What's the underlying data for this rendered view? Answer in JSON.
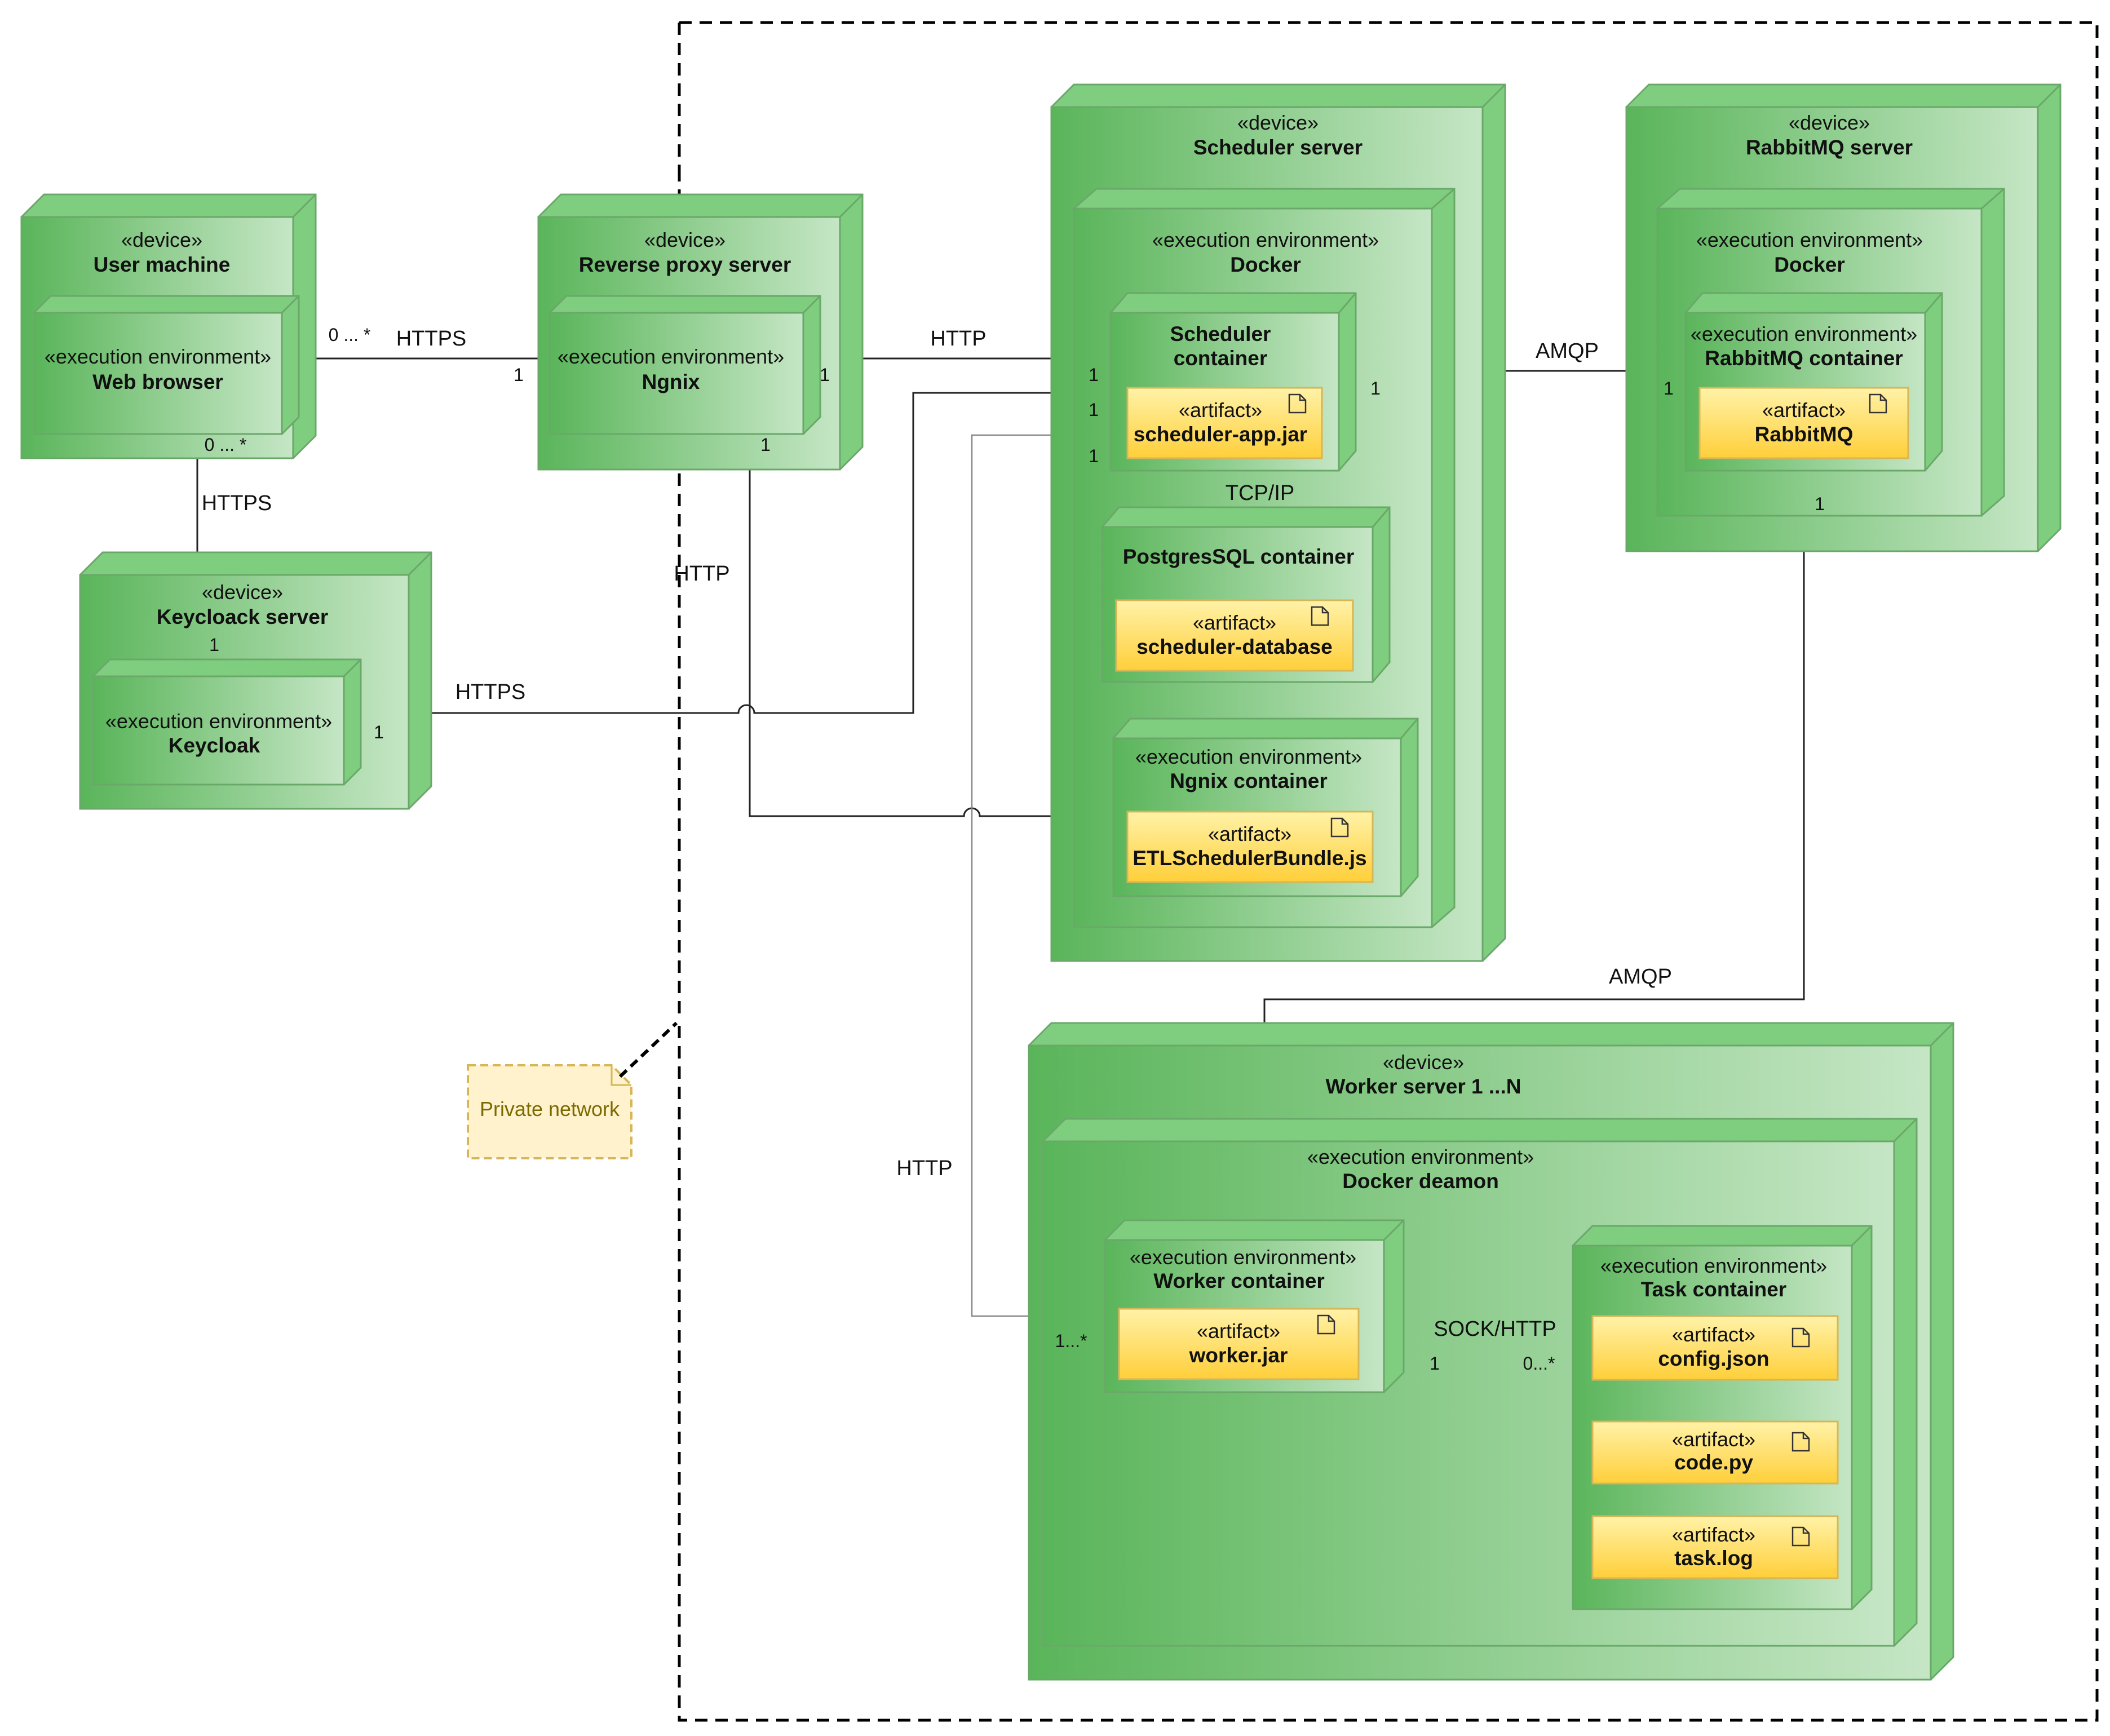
{
  "colors": {
    "node_light": "#c5e6c5",
    "node_mid": "#7fce7f",
    "node_dark": "#5ab55a",
    "node_stroke": "#6aa86a",
    "artifact_light": "#fff2a8",
    "artifact_dark": "#ffcf3a",
    "note_fill": "#fff2cc",
    "note_stroke": "#d6b656"
  },
  "user_machine": {
    "stereo": "«device»",
    "name": "User machine"
  },
  "web_browser": {
    "stereo": "«execution environment»",
    "name": "Web browser"
  },
  "keycloak_server": {
    "stereo": "«device»",
    "name": "Keycloack server"
  },
  "keycloak": {
    "stereo": "«execution environment»",
    "name": "Keycloak"
  },
  "proxy_server": {
    "stereo": "«device»",
    "name": "Reverse proxy server"
  },
  "ngnix": {
    "stereo": "«execution environment»",
    "name": "Ngnix"
  },
  "scheduler_server": {
    "stereo": "«device»",
    "name": "Scheduler server"
  },
  "scheduler_docker": {
    "stereo": "«execution environment»",
    "name": "Docker"
  },
  "scheduler_container": {
    "name_line1": "Scheduler",
    "name_line2": "container"
  },
  "scheduler_jar": {
    "stereo": "«artifact»",
    "name": "scheduler-app.jar"
  },
  "postgres_container": {
    "name": "PostgresSQL container"
  },
  "scheduler_db": {
    "stereo": "«artifact»",
    "name": "scheduler-database"
  },
  "ngnix_container": {
    "stereo": "«execution environment»",
    "name": "Ngnix container"
  },
  "etl_bundle": {
    "stereo": "«artifact»",
    "name": "ETLSchedulerBundle.js"
  },
  "rabbitmq_server": {
    "stereo": "«device»",
    "name": "RabbitMQ server"
  },
  "rabbitmq_docker": {
    "stereo": "«execution environment»",
    "name": "Docker"
  },
  "rabbitmq_container": {
    "stereo": "«execution environment»",
    "name": "RabbitMQ container"
  },
  "rabbitmq_artifact": {
    "stereo": "«artifact»",
    "name": "RabbitMQ"
  },
  "worker_server": {
    "stereo": "«device»",
    "name": "Worker server 1 ...N"
  },
  "docker_daemon": {
    "stereo": "«execution environment»",
    "name": "Docker deamon"
  },
  "worker_container": {
    "stereo": "«execution environment»",
    "name": "Worker container"
  },
  "worker_jar": {
    "stereo": "«artifact»",
    "name": "worker.jar"
  },
  "task_container": {
    "stereo": "«execution environment»",
    "name": "Task container"
  },
  "config_json": {
    "stereo": "«artifact»",
    "name": "config.json"
  },
  "code_py": {
    "stereo": "«artifact»",
    "name": "code.py"
  },
  "task_log": {
    "stereo": "«artifact»",
    "name": "task.log"
  },
  "private_network_note": "Private network",
  "labels": {
    "https_browser_proxy": "HTTPS",
    "https_browser_keycloak": "HTTPS",
    "https_keycloak_scheduler": "HTTPS",
    "http_proxy_scheduler": "HTTP",
    "http_proxy_ngnix": "HTTP",
    "http_worker_scheduler": "HTTP",
    "amqp_scheduler_rabbit": "AMQP",
    "amqp_rabbit_worker": "AMQP",
    "tcp_ip": "TCP/IP",
    "sock_http": "SOCK/HTTP"
  },
  "multiplicities": {
    "browser_to_proxy_src": "0 ... *",
    "browser_to_proxy_dst": "1",
    "browser_to_keycloak_src": "0 ... *",
    "browser_to_keycloak_dst": "1",
    "proxy_out": "1",
    "proxy_down": "1",
    "sched_in_1": "1",
    "sched_in_2": "1",
    "sched_in_3": "1",
    "keycloak_out": "1",
    "sched_to_rabbit": "1",
    "rabbit_in": "1",
    "rabbit_down": "1",
    "worker_in": "1...*",
    "worker_to_task": "1",
    "task_in": "0...*"
  }
}
